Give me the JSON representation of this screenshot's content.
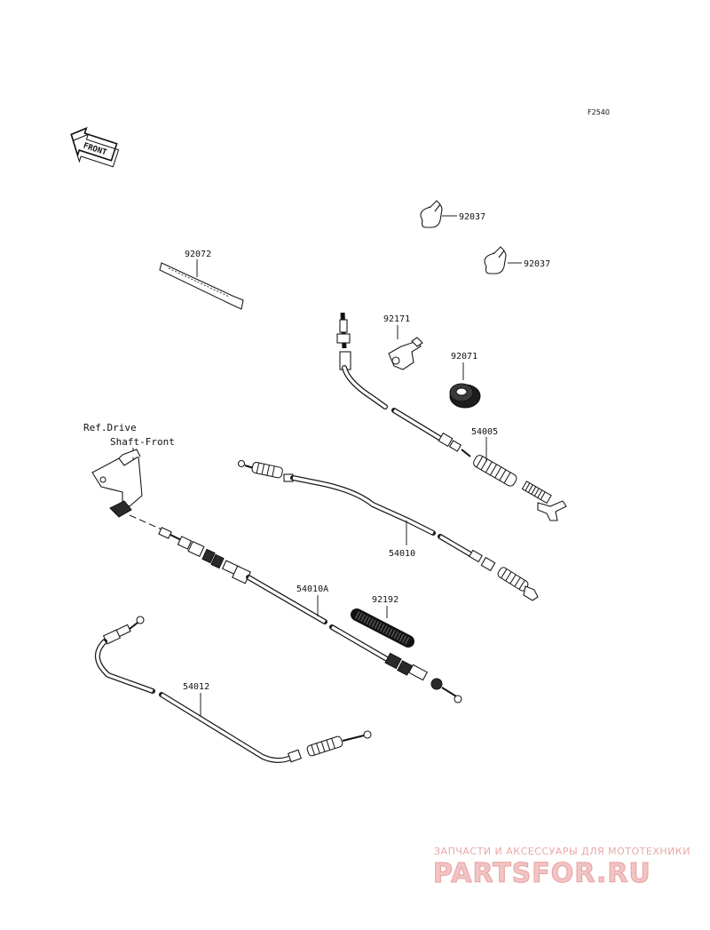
{
  "figure_code": "F2540",
  "front_arrow": {
    "text": "FRONT"
  },
  "reference": {
    "line1": "Ref.Drive",
    "line2": "Shaft-Front"
  },
  "parts": {
    "p92037a": "92037",
    "p92037b": "92037",
    "p92072": "92072",
    "p92171": "92171",
    "p92071": "92071",
    "p54005": "54005",
    "p54010": "54010",
    "p54010A": "54010A",
    "p92192": "92192",
    "p54012": "54012"
  },
  "watermark": {
    "tagline": "ЗАПЧАСТИ И АКСЕССУАРЫ ДЛЯ МОТОТЕХНИКИ",
    "brand": "PARTSFOR.RU"
  }
}
